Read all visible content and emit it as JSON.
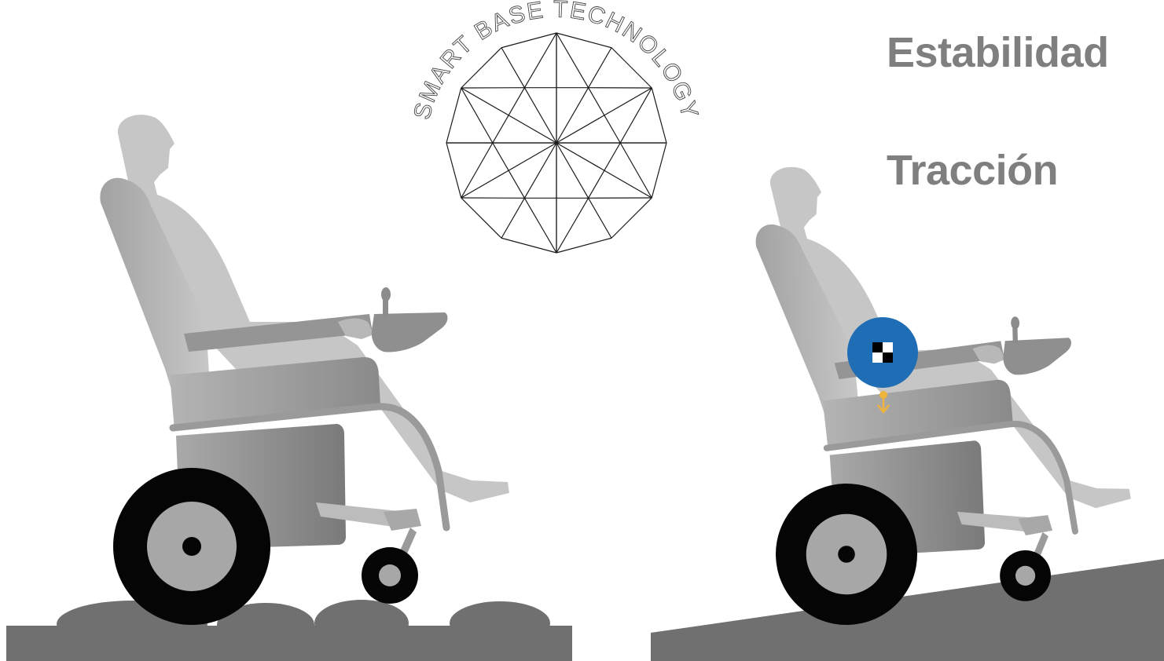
{
  "logo": {
    "text": "SMART BASE TECHNOLOGY"
  },
  "labels": {
    "stability": "Estabilidad",
    "traction": "Tracción"
  },
  "icons": {
    "center_of_gravity": "center-of-gravity-icon",
    "downward_arrow": "arrow-down-icon",
    "wheelchair": "power-wheelchair-icon"
  },
  "colors": {
    "heading_text": "#7f7f7f",
    "cog_badge": "#1e6db5",
    "arrow": "#f0b43c",
    "ground": "#707070",
    "tire": "#050505"
  }
}
